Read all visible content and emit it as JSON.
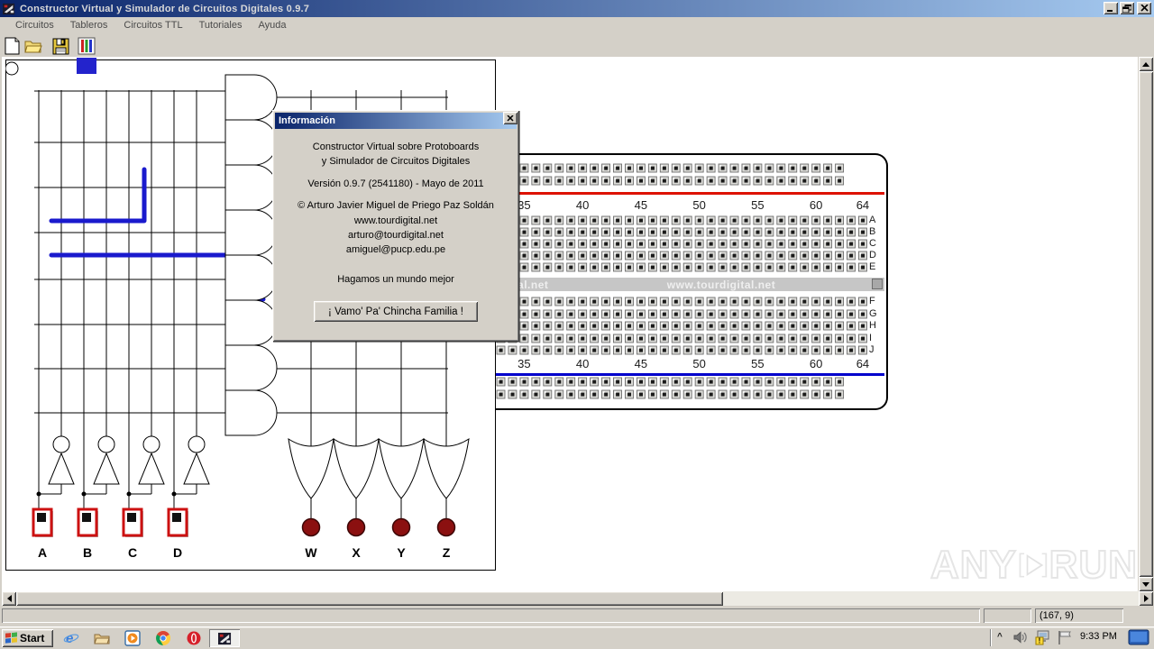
{
  "window": {
    "title": "Constructor Virtual y Simulador de Circuitos Digitales 0.9.7"
  },
  "menu": {
    "items": [
      "Circuitos",
      "Tableros",
      "Circuitos TTL",
      "Tutoriales",
      "Ayuda"
    ]
  },
  "toolbar": {
    "buttons": [
      "new-file",
      "open-folder",
      "save-file",
      "wire-colors"
    ]
  },
  "canvas": {
    "input_labels": [
      "A",
      "B",
      "C",
      "D"
    ],
    "output_labels": [
      "W",
      "X",
      "Y",
      "Z"
    ]
  },
  "colors": {
    "wire_blue": "#1a1acd",
    "switch_red": "#cc1111",
    "led_dark_red": "#8b1010",
    "rail_red": "#dd1100",
    "rail_blue": "#0000cc"
  },
  "dialog": {
    "title": "Información",
    "lines": [
      "Constructor Virtual sobre Protoboards",
      "y Simulador de Circuitos Digitales",
      "Versión 0.9.7 (2541180) - Mayo de 2011",
      "© Arturo Javier  Miguel de Priego  Paz Soldán",
      "www.tourdigital.net",
      "arturo@tourdigital.net",
      "amiguel@pucp.edu.pe",
      "Hagamos un mundo mejor"
    ],
    "button_label": "¡ Vamo' Pa' Chincha Familia !"
  },
  "breadboard": {
    "column_labels": [
      "35",
      "40",
      "45",
      "50",
      "55",
      "60",
      "64"
    ],
    "top_row_letters": [
      "A",
      "B",
      "C",
      "D",
      "E"
    ],
    "bottom_row_letters": [
      "F",
      "G",
      "H",
      "I",
      "J"
    ],
    "band_text_left": "www.tourdigital.net",
    "band_text_center": "www.tourdigital.net"
  },
  "statusbar": {
    "pointer_coords": "(167, 9)"
  },
  "taskbar": {
    "start_label": "Start",
    "clock": "9:33 PM"
  },
  "watermark": {
    "text_left": "ANY",
    "text_right": "RUN"
  }
}
